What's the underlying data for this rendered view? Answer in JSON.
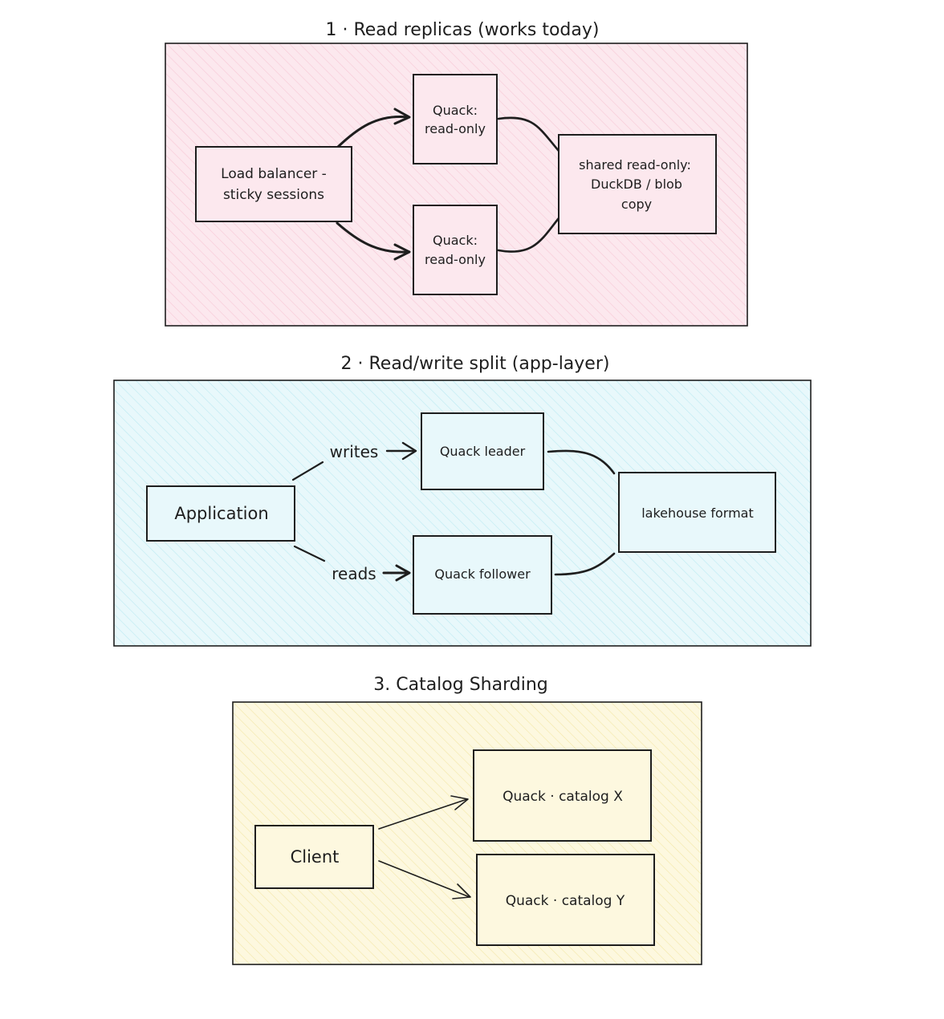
{
  "colors": {
    "stroke": "#1e1e1e",
    "group1_fill": "#fce8ee",
    "group1_hatch": "#f7c8d6",
    "group2_fill": "#e8f8fb",
    "group2_hatch": "#bdeaf2",
    "group3_fill": "#fdf8df",
    "group3_hatch": "#f3e7a8"
  },
  "groups": {
    "g1": {
      "title": "1 · Read replicas (works today)",
      "load_balancer": [
        "Load balancer -",
        "sticky sessions"
      ],
      "replica_a": [
        "Quack:",
        "read-only"
      ],
      "replica_b": [
        "Quack:",
        "read-only"
      ],
      "storage": [
        "shared read-only:",
        "DuckDB / blob",
        "copy"
      ]
    },
    "g2": {
      "title": "2 · Read/write split (app-layer)",
      "application": "Application",
      "leader": "Quack leader",
      "follower": "Quack follower",
      "lakehouse": "lakehouse format",
      "writes_label": "writes",
      "reads_label": "reads"
    },
    "g3": {
      "title": "3. Catalog Sharding",
      "client": "Client",
      "catalog_x": "Quack · catalog X",
      "catalog_y": "Quack · catalog Y"
    }
  }
}
